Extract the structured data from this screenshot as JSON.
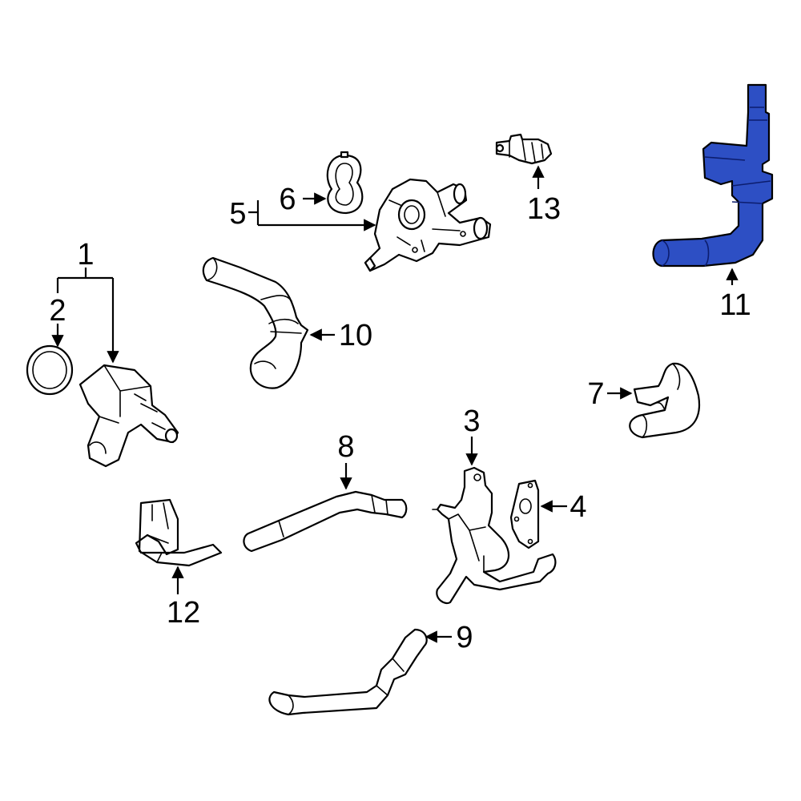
{
  "callouts": {
    "c1": "1",
    "c2": "2",
    "c3": "3",
    "c4": "4",
    "c5": "5",
    "c6": "6",
    "c7": "7",
    "c8": "8",
    "c9": "9",
    "c10": "10",
    "c11": "11",
    "c12": "12",
    "c13": "13"
  },
  "colors": {
    "highlight": "#2d4fc4",
    "line": "#000000",
    "background": "#ffffff"
  }
}
